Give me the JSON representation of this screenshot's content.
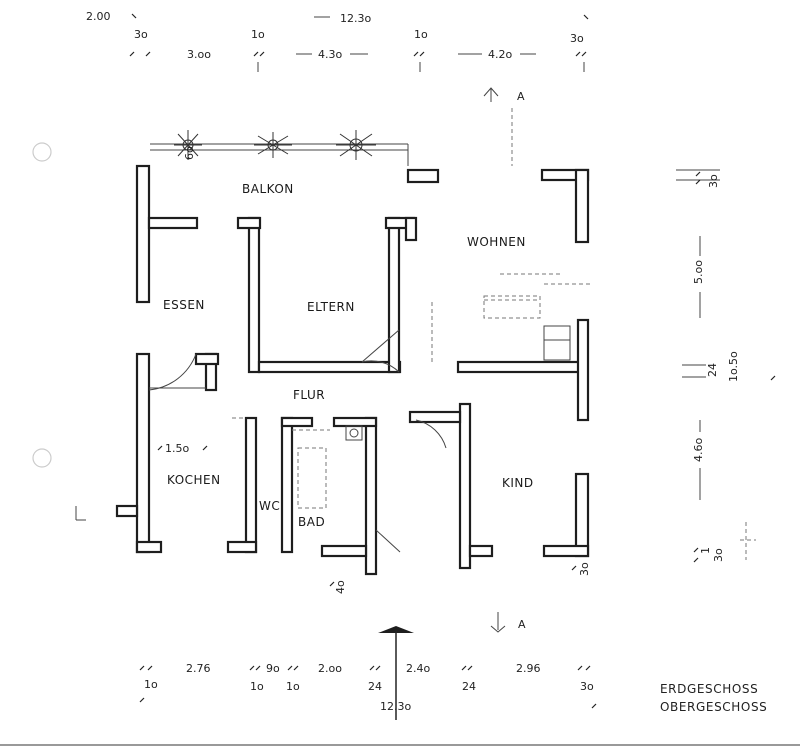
{
  "rooms": {
    "balkon": "BALKON",
    "wohnen": "WOHNEN",
    "essen": "ESSEN",
    "eltern": "ELTERN",
    "flur": "FLUR",
    "kochen": "KOCHEN",
    "wc": "WC",
    "bad": "BAD",
    "kind": "KIND"
  },
  "dimensions": {
    "top_row1": [
      "2.00",
      "12.3o"
    ],
    "top_row2_small": [
      "3o",
      "1o",
      "1o",
      "3o"
    ],
    "top_row3": [
      "3.oo",
      "4.3o",
      "4.2o"
    ],
    "right": [
      "3o",
      "5.oo",
      "24",
      "1o.5o",
      "4.6o",
      "1",
      "3o"
    ],
    "bottom_row1": [
      "2.76",
      "9o",
      "2.oo",
      "2.4o",
      "2.96"
    ],
    "bottom_row2_small": [
      "1o",
      "1o",
      "24",
      "24",
      "3o"
    ],
    "bottom_total": "12.3o",
    "kitchen_width": "1.5o",
    "bottom_right_small": "3o",
    "window_mark": "6o",
    "lower_mark": "4o"
  },
  "section_marks": {
    "top": "A",
    "bottom": "A"
  },
  "captions": {
    "line1": "ERDGESCHOSS",
    "line2": "OBERGESCHOSS"
  }
}
